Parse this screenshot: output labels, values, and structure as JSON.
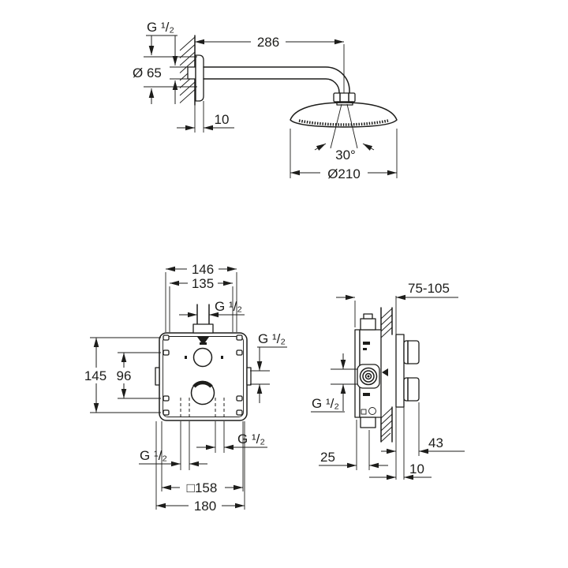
{
  "drawing": {
    "background": "#ffffff",
    "line_color": "#1d1d1b",
    "views": {
      "shower_arm": {
        "labels": {
          "thread": "G ¹/₂",
          "escutcheon_dia": "Ø 65",
          "escutcheon_depth": "10",
          "arm_length": "286",
          "spray_angle": "30°",
          "head_dia": "Ø210"
        }
      },
      "valve_front": {
        "labels": {
          "hole_spacing_h": "146",
          "body_width": "135",
          "top_thread": "G ¹/₂",
          "side_thread": "G ¹/₂",
          "hole_spacing_v": "145",
          "port_spacing_v": "96",
          "bottom_left_thread": "G ¹/₂",
          "bottom_right_thread": "G ¹/₂",
          "trim_square": "□158",
          "trim_width": "180"
        }
      },
      "valve_side": {
        "labels": {
          "install_depth": "75-105",
          "side_thread": "G ¹/₂",
          "body_depth": "25",
          "trim_depth": "10",
          "handle_projection": "43"
        }
      }
    }
  }
}
